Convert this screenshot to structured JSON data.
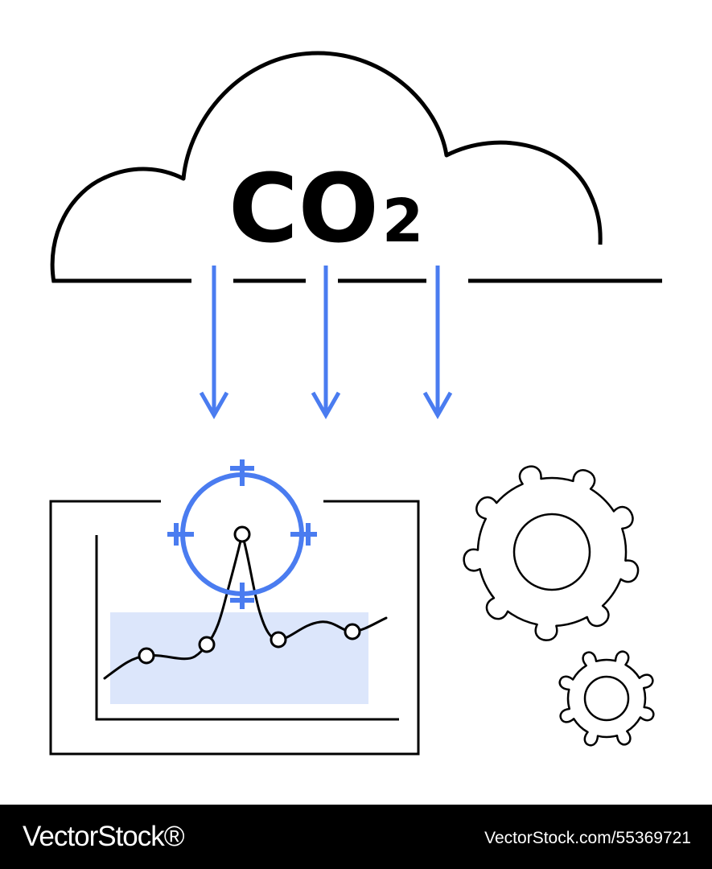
{
  "illustration": {
    "co2_label": {
      "main": "CO",
      "subscript": "2"
    },
    "colors": {
      "outline": "#000000",
      "accent": "#4a7cf0",
      "highlight_fill": "#dce6fb",
      "background": "#ffffff"
    }
  },
  "footer": {
    "brand": "VectorStock®",
    "image_id": "VectorStock.com/55369721"
  }
}
